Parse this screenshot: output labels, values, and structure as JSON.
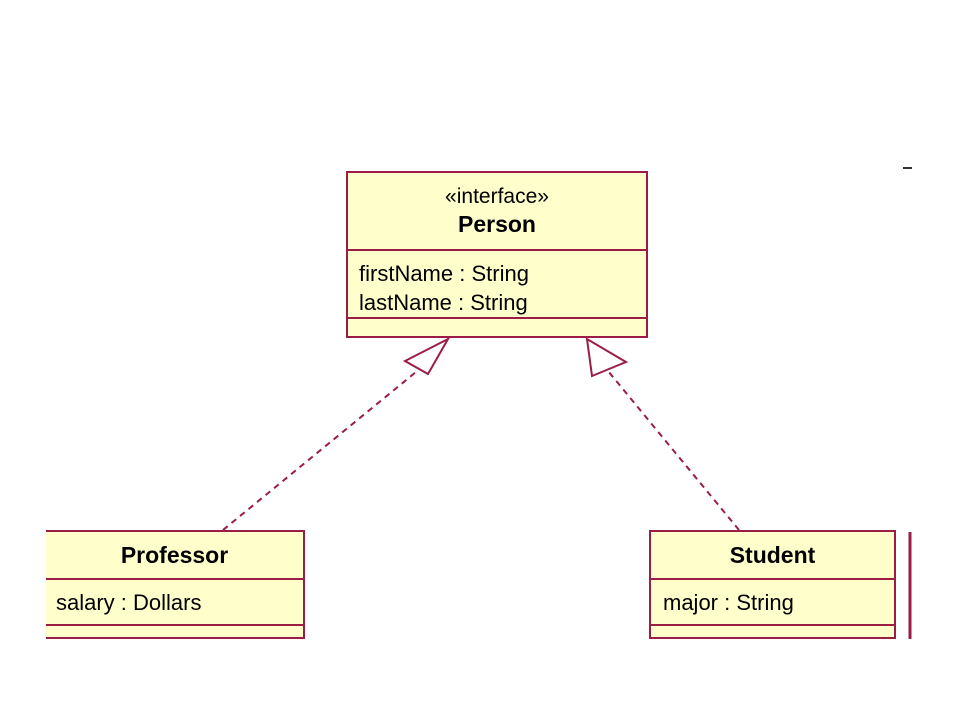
{
  "classes": {
    "person": {
      "stereotype": "«interface»",
      "name": "Person",
      "attributes": [
        "firstName : String",
        "lastName : String"
      ]
    },
    "professor": {
      "name": "Professor",
      "attributes": [
        "salary : Dollars"
      ]
    },
    "student": {
      "name": "Student",
      "attributes": [
        "major : String"
      ]
    }
  },
  "relationships": [
    {
      "from": "Professor",
      "to": "Person",
      "kind": "realization"
    },
    {
      "from": "Student",
      "to": "Person",
      "kind": "realization"
    }
  ],
  "colors": {
    "border": "#9b1c45",
    "fill": "#ffffcc"
  }
}
